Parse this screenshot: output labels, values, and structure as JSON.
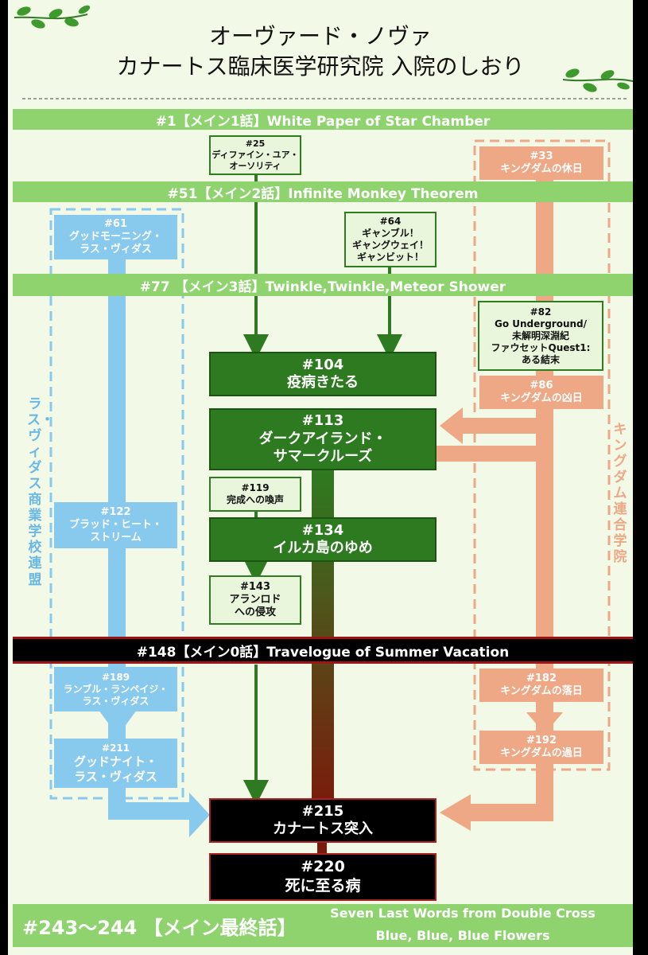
{
  "title": {
    "line1": "オーヴァード・ノヴァ",
    "line2": "カナートス臨床医学研究院 入院のしおり"
  },
  "bands": {
    "main1": "#1【メイン1話】White Paper of Star Chamber",
    "main2": "#51【メイン2話】Infinite Monkey Theorem",
    "main3": "#77 【メイン3話】Twinkle,Twinkle,Meteor Shower",
    "main0": "#148【メイン0話】Travelogue of Summer Vacation",
    "final_left": "#243～244 【メイン最終話】",
    "final_right_1": "Seven Last Words from Double Cross",
    "final_right_2": "Blue, Blue, Blue Flowers"
  },
  "groups": {
    "left": "ラス・ヴィダス商業学校連盟",
    "right": "キングダム連合学院"
  },
  "nodes": {
    "n25": {
      "num": "#25",
      "l1": "ディファイン・ユア・",
      "l2": "オーソリティ"
    },
    "n33": {
      "num": "#33",
      "l1": "キングダムの休日"
    },
    "n61": {
      "num": "#61",
      "l1": "グッドモーニング・",
      "l2": "ラス・ヴィダス"
    },
    "n64": {
      "num": "#64",
      "l1": "ギャンブル！",
      "l2": "ギャングウェイ！",
      "l3": "ギャンビット！"
    },
    "n82": {
      "num": "#82",
      "l1": "Go Underground/",
      "l2": "未解明深淵紀",
      "l3": "ファウセットQuest1:",
      "l4": "ある結末"
    },
    "n86": {
      "num": "#86",
      "l1": "キングダムの凶日"
    },
    "n104": {
      "num": "#104",
      "l1": "疫病きたる"
    },
    "n113": {
      "num": "#113",
      "l1": "ダークアイランド・",
      "l2": "サマークルーズ"
    },
    "n119": {
      "num": "#119",
      "l1": "完成への喚声"
    },
    "n122": {
      "num": "#122",
      "l1": "ブラッド・ヒート・",
      "l2": "ストリーム"
    },
    "n134": {
      "num": "#134",
      "l1": "イルカ島のゆめ"
    },
    "n143": {
      "num": "#143",
      "l1": "アランロド",
      "l2": "への侵攻"
    },
    "n182": {
      "num": "#182",
      "l1": "キングダムの落日"
    },
    "n189": {
      "num": "#189",
      "l1": "ランブル・ランペイジ・",
      "l2": "ラス・ヴィダス"
    },
    "n192": {
      "num": "#192",
      "l1": "キングダムの過日"
    },
    "n211": {
      "num": "#211",
      "l1": "グッドナイト・",
      "l2": "ラス・ヴィダス"
    },
    "n215": {
      "num": "#215",
      "l1": "カナートス突入"
    },
    "n220": {
      "num": "#220",
      "l1": "死に至る病"
    }
  },
  "colors": {
    "green_light": "#8fd36f",
    "green_dark": "#2e7a20",
    "blue": "#88c9ee",
    "orange": "#efa886",
    "dark_red": "#a01414",
    "panel_bg": "#f2f9e6"
  }
}
